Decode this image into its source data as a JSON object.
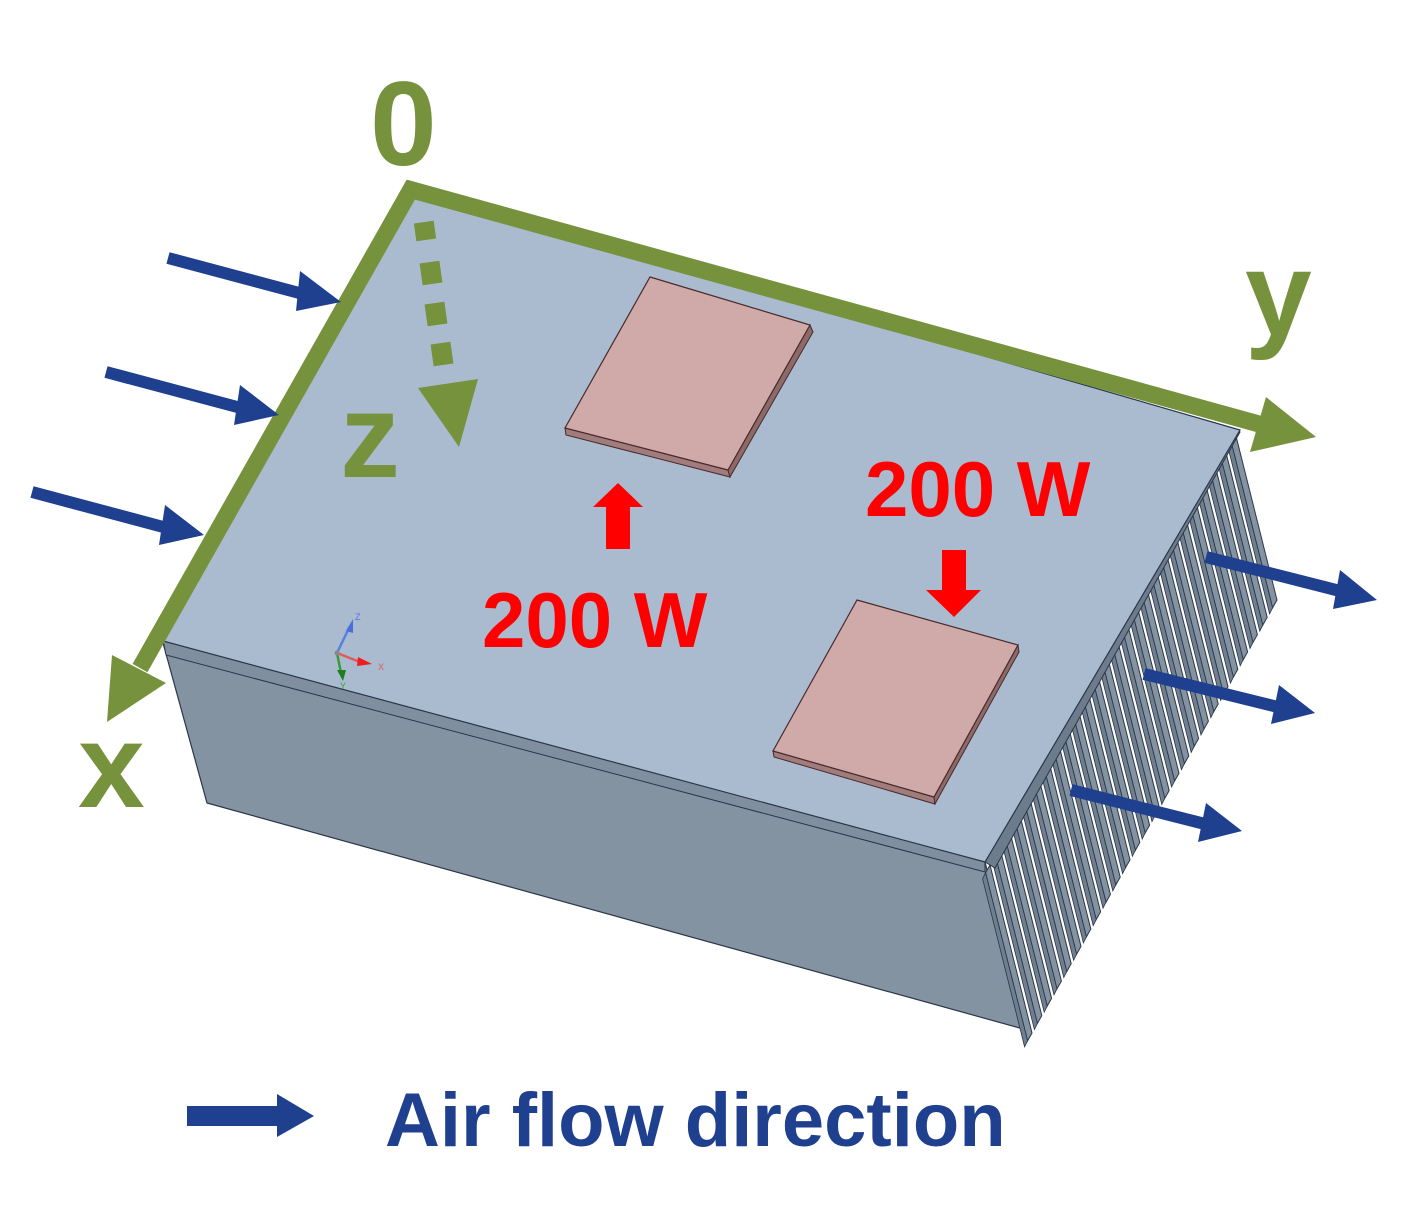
{
  "figure": {
    "subject": "Heat sink with two heat sources on the base plate",
    "axes": {
      "origin_label": "0",
      "x_label": "x",
      "y_label": "y",
      "z_label": "z"
    },
    "heat_sources": [
      {
        "label": "200 W",
        "arrow_direction": "up"
      },
      {
        "label": "200 W",
        "arrow_direction": "down"
      }
    ],
    "inlet_arrows_count": 3,
    "outlet_arrows_count": 3,
    "fin_count": 26,
    "view_triad": {
      "x": "X",
      "y": "Y",
      "z": "Z"
    },
    "legend": {
      "label": "Air flow direction"
    }
  },
  "colors": {
    "axis_green": "#76923C",
    "airflow_blue": "#1F3F8F",
    "power_red": "#FF0000",
    "base_top": "#AABBCF",
    "base_side": "#8393A2",
    "chip": "#D0A9A9"
  }
}
